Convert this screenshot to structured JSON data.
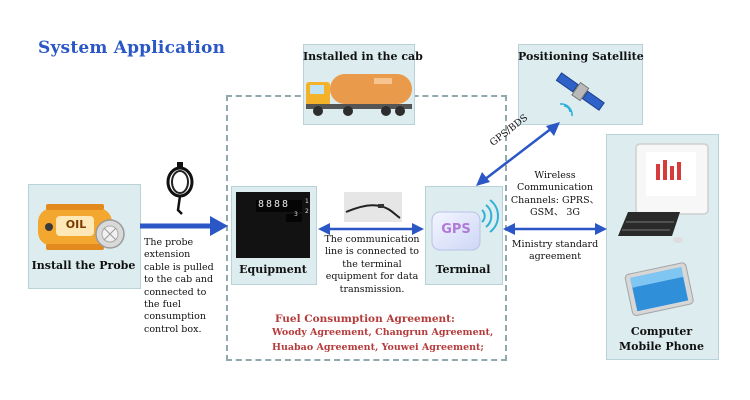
{
  "title": "System Application",
  "nodes": {
    "probe": {
      "label": "Install the Probe"
    },
    "equipment": {
      "label": "Equipment"
    },
    "terminal": {
      "label": "Terminal"
    },
    "cab": {
      "label": "Installed in the cab"
    },
    "satellite": {
      "label": "Positioning Satellite"
    },
    "computer": {
      "label_line1": "Computer",
      "label_line2": "Mobile Phone"
    }
  },
  "probe_note": [
    "The probe",
    "extension",
    "cable is pulled",
    "to the cab and",
    "connected to",
    "the fuel",
    "consumption",
    "control box."
  ],
  "comm_note": [
    "The communication",
    "line is connected to",
    "the terminal",
    "equipment for data",
    "transmission."
  ],
  "link_gps": "GPS/BDS",
  "wireless_note": [
    "Wireless",
    "Communication",
    "Channels: GPRS、",
    "GSM、 3G"
  ],
  "ministry_note": [
    "Ministry standard",
    "agreement"
  ],
  "device_text": {
    "oil": "OIL",
    "gps": "GPS",
    "display_digits": "8888",
    "display_side": [
      "1",
      "2",
      "3"
    ]
  },
  "fuel_agreement": {
    "title": "Fuel Consumption Agreement:",
    "lines": [
      "Woody Agreement, Changrun Agreement,",
      "Huabao Agreement, Youwei Agreement;"
    ]
  },
  "colors": {
    "title": "#2a56c6",
    "arrow": "#2a56c6",
    "box_bg": "#dcecef",
    "dashed": "#8fa9ad",
    "agreement_text": "#b63b3b"
  }
}
